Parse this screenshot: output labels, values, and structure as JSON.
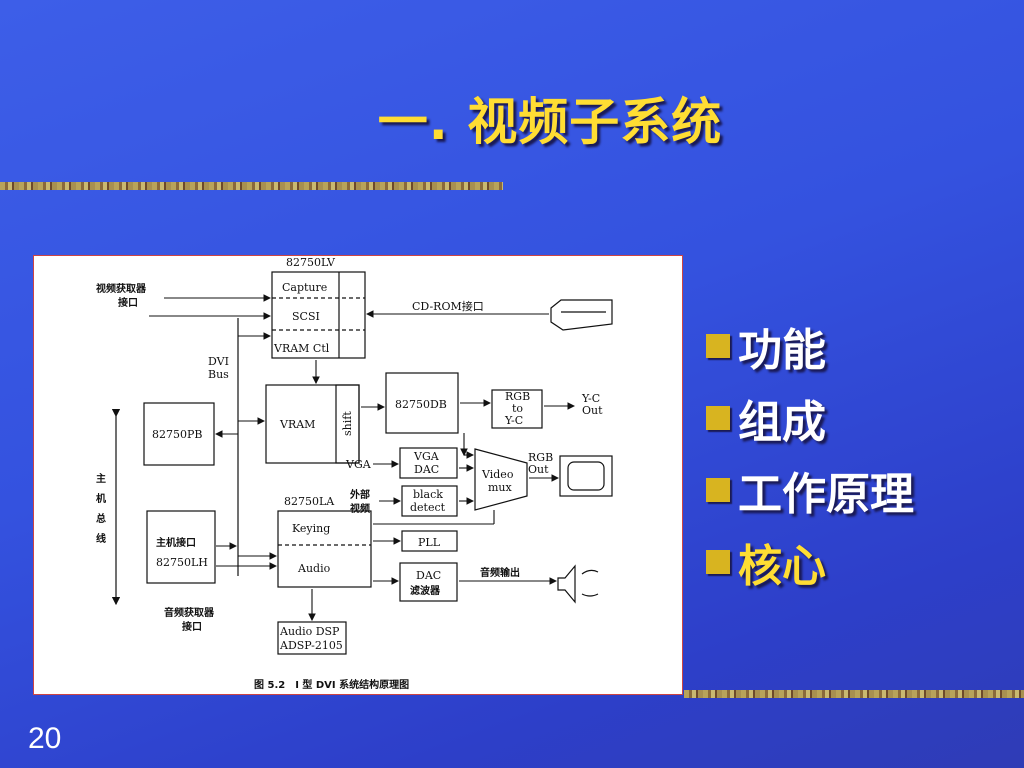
{
  "slide": {
    "title": "一. 视频子系统",
    "page_number": "20"
  },
  "bullets": [
    {
      "text": "功能",
      "color": "#ffffff"
    },
    {
      "text": "组成",
      "color": "#ffffff"
    },
    {
      "text": "工作原理",
      "color": "#ffffff"
    },
    {
      "text": "核心",
      "color": "#ffdd33"
    }
  ],
  "diagram": {
    "chip_lv": "82750LV",
    "capture": "Capture",
    "scsi": "SCSI",
    "vram_ctl": "VRAM Ctl",
    "video_input_1": "视频获取器",
    "video_input_2": "接口",
    "cdrom": "CD-ROM接口",
    "dvi_bus_1": "DVI",
    "dvi_bus_2": "Bus",
    "vram": "VRAM",
    "shift": "shift",
    "chip_db": "82750DB",
    "rgb_to_yc_1": "RGB",
    "rgb_to_yc_2": "to",
    "rgb_to_yc_3": "Y-C",
    "yc_out_1": "Y-C",
    "yc_out_2": "Out",
    "chip_pb": "82750PB",
    "vga": "VGA",
    "vga_dac_1": "VGA",
    "vga_dac_2": "DAC",
    "video_mux_1": "Video",
    "video_mux_2": "mux",
    "rgb_out_1": "RGB",
    "rgb_out_2": "Out",
    "host_bus_1": "主",
    "host_bus_2": "机",
    "host_bus_3": "总",
    "host_bus_4": "线",
    "chip_la": "82750LA",
    "ext_video_1": "外部",
    "ext_video_2": "视频",
    "black_detect_1": "black",
    "black_detect_2": "detect",
    "keying": "Keying",
    "audio": "Audio",
    "pll": "PLL",
    "host_if_1": "主机接口",
    "host_if_2": "82750LH",
    "dac_1": "DAC",
    "dac_2": "滤波器",
    "audio_out": "音频输出",
    "audio_input_1": "音频获取器",
    "audio_input_2": "接口",
    "audio_dsp_1": "Audio DSP",
    "audio_dsp_2": "ADSP-2105",
    "caption": "图 5.2　I 型 DVI 系统结构原理图"
  }
}
